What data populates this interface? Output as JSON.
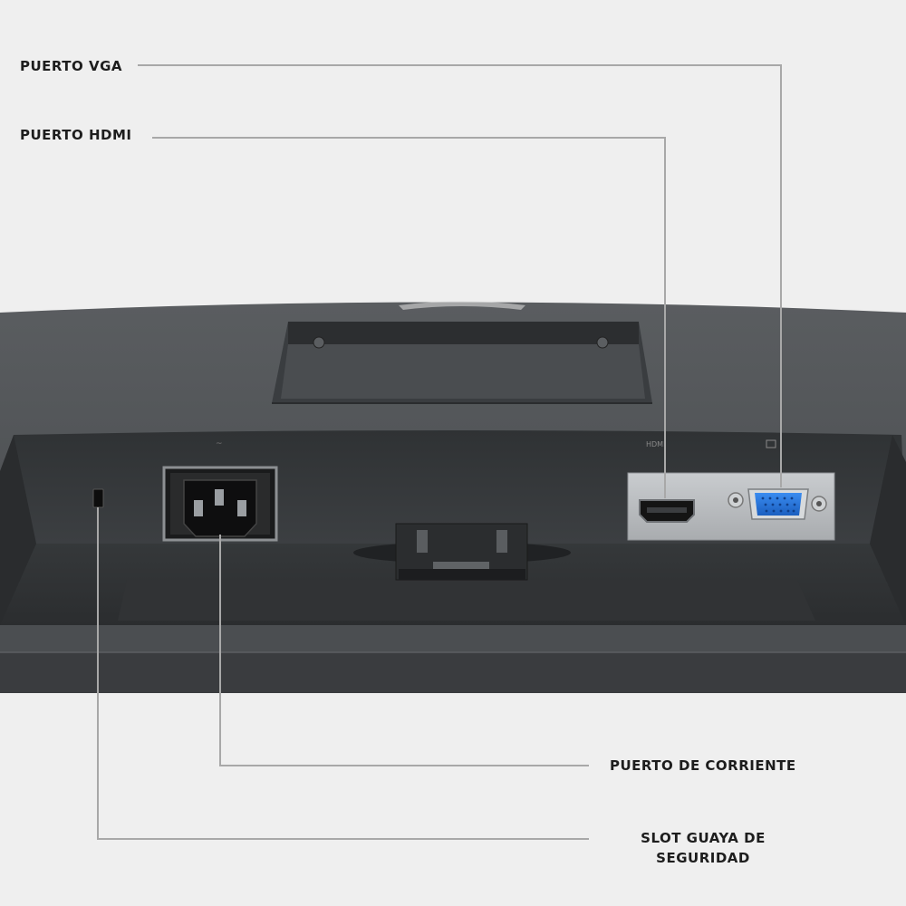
{
  "callouts": {
    "vga": "PUERTO VGA",
    "hdmi": "PUERTO HDMI",
    "power": "PUERTO DE CORRIENTE",
    "security_line1": "SLOT GUAYA DE",
    "security_line2": "SEGURIDAD"
  },
  "colors": {
    "background": "#efefef",
    "monitor_body": "#3e4144",
    "port_panel": "#b9bcbf",
    "vga_connector": "#1f6fd6",
    "leader_line": "#a8a8a8",
    "label_text": "#1d1d1d"
  }
}
